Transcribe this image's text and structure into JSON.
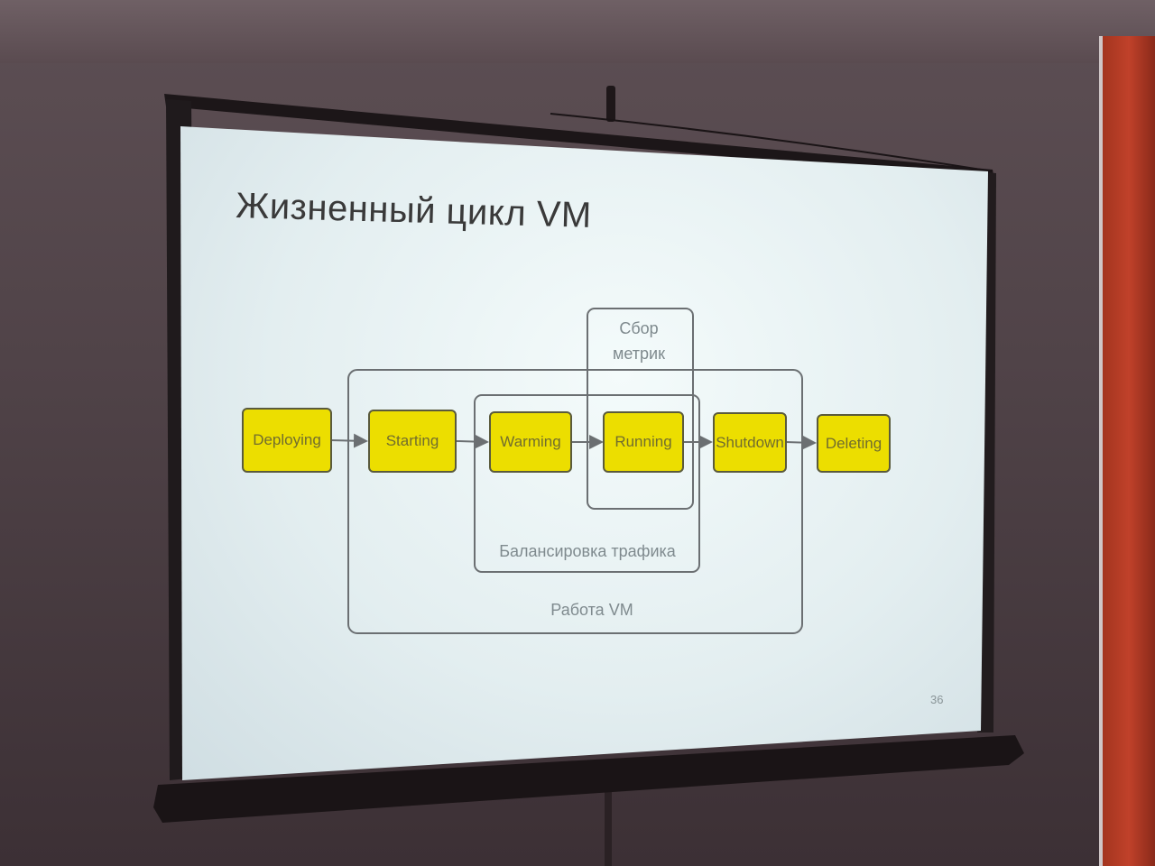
{
  "slide": {
    "title": "Жизненный цикл VM",
    "page_number": "36"
  },
  "states": [
    {
      "label": "Deploying"
    },
    {
      "label": "Starting"
    },
    {
      "label": "Warming"
    },
    {
      "label": "Running"
    },
    {
      "label": "Shutdown"
    },
    {
      "label": "Deleting"
    }
  ],
  "groups": {
    "metrics_line1": "Сбор",
    "metrics_line2": "метрик",
    "traffic_balancing": "Балансировка трафика",
    "vm_work": "Работа VM"
  },
  "colors": {
    "state_fill": "#ecde00",
    "state_border": "#5a5a3c",
    "group_border": "#6b6f72"
  }
}
